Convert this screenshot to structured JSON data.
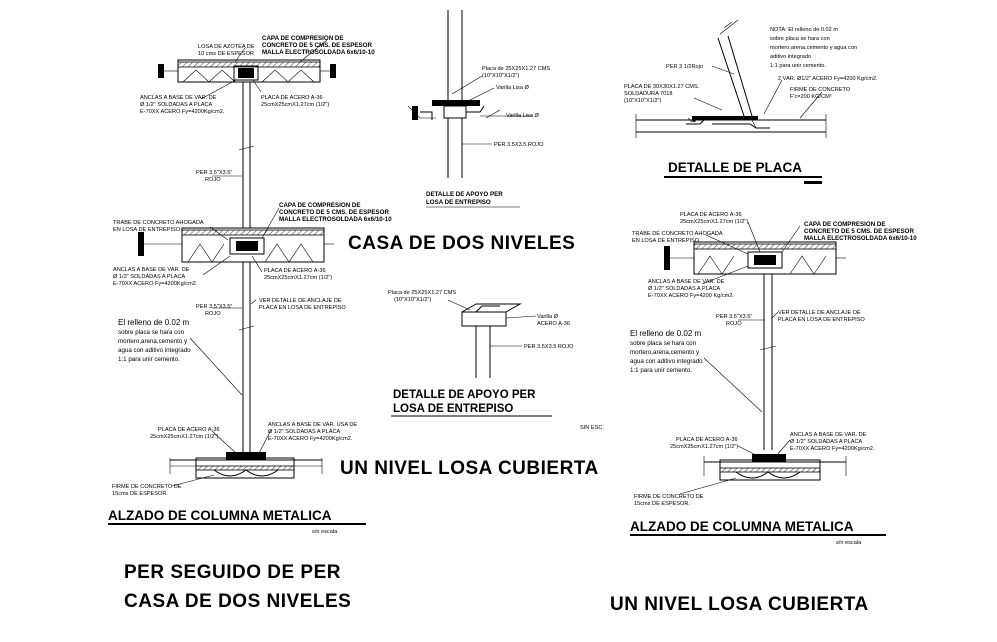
{
  "left_detail": {
    "label_losa_azotea": "LOSA DE AZOTEA DE",
    "label_espesor_top": "10 cms DE ESPESOR",
    "capa_top_1": "CAPA DE COMPRESION DE",
    "capa_top_2": "CONCRETO DE 5 CMS. DE ESPESOR",
    "capa_top_3": "MALLA ELECTROSOLDADA 6x6/10-10",
    "anclas_1": "ANCLAS A BASE DE VAR. DE",
    "anclas_2": "Ø 1/2\" SOLDADAS A PLACA",
    "anclas_3": "E-70XX ACERO Fy=4200Kg/cm2.",
    "placa_1": "PLACA DE ACERO A-36",
    "placa_2": "25cmX25cmX1.27cm (1/2\")",
    "per_1": "PER 3.5\"X3.5\"",
    "per_2": "ROJO",
    "capa_mid_1": "CAPA DE COMPRESION DE",
    "capa_mid_2": "CONCRETO DE 5 CMS. DE ESPESOR",
    "capa_mid_3": "MALLA ELECTROSOLDADA 6x6/10-10",
    "trabe_1": "TRABE DE CONCRETO AHOGADA",
    "trabe_2": "EN LOSA DE ENTREPISO",
    "anclas_mid_1": "ANCLAS A BASE DE VAR. DE",
    "anclas_mid_2": "Ø 1/2\" SOLDADAS A PLACA",
    "anclas_mid_3": "E-70XX ACERO Fy=4200Kg/cm2.",
    "placa_mid_1": "PLACA DE ACERO A-36",
    "placa_mid_2": "25cmX25cmX1.27cm (1/2\")",
    "per_mid_1": "PER 3.5\"X3.5\"",
    "per_mid_2": "ROJO",
    "ver_1": "VER DETALLE DE ANCLAJE DE",
    "ver_2": "PLACA EN LOSA DE ENTREPISO",
    "relleno_1": "El relleno de 0.02 m",
    "relleno_2": "sobre placa se hara con",
    "relleno_3": "mortero,arena,cemento y",
    "relleno_4": "agua con aditivo integrado",
    "relleno_5": "1:1 para unir cemento.",
    "anclas_bot_1": "ANCLAS A BASE DE VAR. USA DE",
    "anclas_bot_2": "Ø 1/2\" SOLDADAS A PLACA",
    "anclas_bot_3": "E-70XX ACERO Fy=4200Kg/cm2.",
    "placa_bot_1": "PLACA DE ACERO A-36",
    "placa_bot_2": "25cmX25cmX1.27cm (1/2\")",
    "firme_1": "FIRME DE CONCRETO DE",
    "firme_2": "15cms DE ESPESOR.",
    "title": "ALZADO DE COLUMNA METALICA",
    "scale": "s/n escala"
  },
  "center": {
    "top_placa_1": "Placa de 25X25X1.27 CMS",
    "top_placa_2": "(10\"X10\"X1/2\")",
    "top_varilla": "Varilla Lisa Ø",
    "top_varilla2": "Varilla Lisa Ø",
    "top_per": "PER 3.5X3.5 ROJO",
    "top_title_1": "DETALLE DE APOYO PER",
    "top_title_2": "LOSA DE ENTREPISO",
    "casa_dos": "CASA DE DOS NIVELES",
    "mid_placa_1": "Placa de 25X25X1.27 CMS",
    "mid_placa_2": "(10\"X10\"X1/2\")",
    "mid_varilla_1": "Varilla Ø",
    "mid_varilla_2": "ACERO A-36",
    "mid_per": "PER 3.5X3.5 ROJO",
    "big_title_1": "DETALLE DE APOYO PER",
    "big_title_2": "LOSA DE ENTREPISO",
    "sin_esc": "SIN ESC.",
    "un_nivel": "UN NIVEL LOSA CUBIERTA",
    "per_seguido_1": "PER SEGUIDO DE PER",
    "per_seguido_2": "CASA DE DOS NIVELES"
  },
  "right_top": {
    "nota_1": "NOTA: El relleno de 0.02 m",
    "nota_2": "sobre placa se hara con",
    "nota_3": "mortero,arena,cemento y agua con",
    "nota_4": "aditivo integrado",
    "nota_5": "1:1 para unir cemento.",
    "per": "PER 3 1/2Rojo",
    "placa_1": "PLACA DE 30X30X1.27 CMS.",
    "placa_2": "SOLDADURA 7018",
    "placa_3": "(10\"X10\"X1/2\")",
    "varillas": "2 VAR. Ø1/2\" ACERO Fy=4200 Kg/cm2.",
    "firme_1": "FIRME DE CONCRETO",
    "firme_2": "F'c=200 KG/CM²",
    "title": "DETALLE DE PLACA"
  },
  "right_detail": {
    "placa_1": "PLACA DE ACERO A-36",
    "placa_2": "25cmX25cmX1.27cm (1/2\")",
    "capa_1": "CAPA DE COMPRESION DE",
    "capa_2": "CONCRETO DE 5 CMS. DE ESPESOR",
    "capa_3": "MALLA ELECTROSOLDADA 6x6/10-10",
    "trabe_1": "TRABE DE CONCRETO AHOGADA",
    "trabe_2": "EN LOSA DE ENTREPISO",
    "anclas_1": "ANCLAS A BASE DE VAR. DE",
    "anclas_2": "Ø 1/2\" SOLDADAS A PLACA",
    "anclas_3": "E-70XX ACERO Fy=4200 Kg/cm2.",
    "per_1": "PER 3.5\"X3.5\"",
    "per_2": "ROJO",
    "ver_1": "VER DETALLE DE ANCLAJE DE",
    "ver_2": "PLACA EN LOSA DE ENTREPISO",
    "relleno_1": "El relleno de 0.02 m",
    "relleno_2": "sobre placa se hara con",
    "relleno_3": "mortero,arena,cemento y",
    "relleno_4": "agua con aditivo integrado",
    "relleno_5": "1:1 para unir cemento.",
    "placa_bot_1": "PLACA DE ACERO A-36",
    "placa_bot_2": "25cmX25cmX1.27cm (1/2\")",
    "anclas_bot_1": "ANCLAS A BASE DE VAR. DE",
    "anclas_bot_2": "Ø 1/2\" SOLDADAS A PLACA",
    "anclas_bot_3": "E-70XX ACERO Fy=4200Kg/cm2.",
    "firme_1": "FIRME DE CONCRETO DE",
    "firme_2": "15cms DE ESPESOR.",
    "title": "ALZADO DE COLUMNA METALICA",
    "scale": "s/n escala",
    "un_nivel": "UN NIVEL LOSA CUBIERTA"
  }
}
